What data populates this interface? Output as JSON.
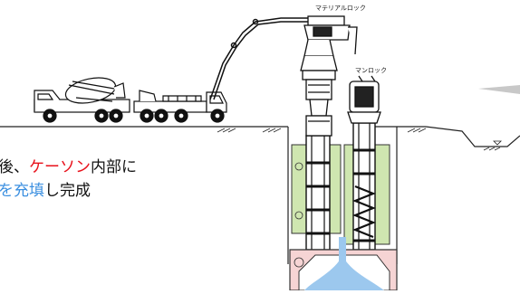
{
  "labels": {
    "material_lock": "マテリアルロック",
    "man_lock": "マンロック"
  },
  "caption": {
    "line1_prefix": "後、",
    "line1_highlight": "ケーソン",
    "line1_suffix": "内部に",
    "line2_highlight": "を充填",
    "line2_suffix": "し完成"
  },
  "colors": {
    "highlight_red": "#e8101a",
    "highlight_blue": "#3b8fe0",
    "shaft_green": "#cfe6b0",
    "chamber_pink": "#f6d4d4",
    "concrete_blue": "#9cc8ee"
  }
}
